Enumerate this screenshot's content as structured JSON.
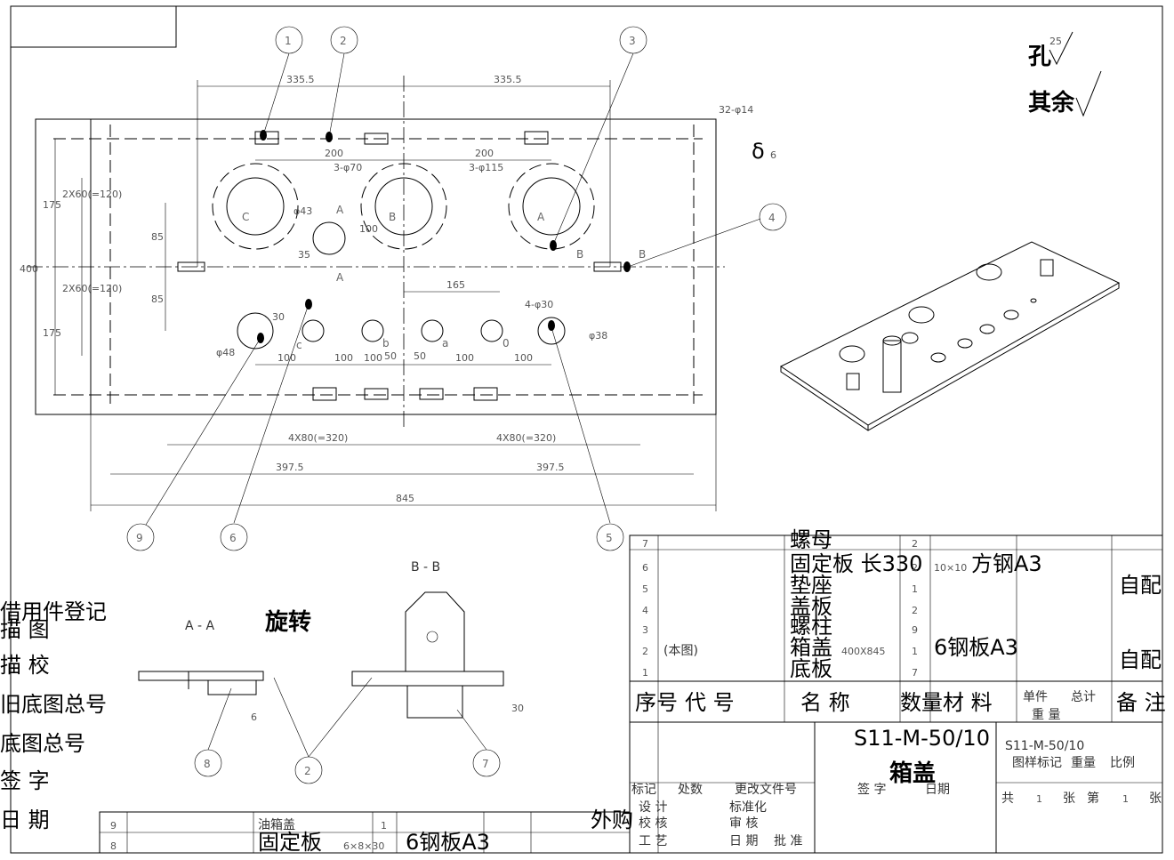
{
  "roughness": {
    "hole_label": "孔",
    "hole_value": "25",
    "rest_label": "其余"
  },
  "balloons": [
    "1",
    "2",
    "3",
    "4",
    "5",
    "6",
    "9",
    "8",
    "2",
    "7"
  ],
  "dims": {
    "d335_left": "335.5",
    "d335_right": "335.5",
    "d32phi14": "32-φ14",
    "delta": "δ",
    "delta_val": "6",
    "d200_a": "200",
    "d200_b": "200",
    "d3phi70": "3-φ70",
    "d3phi115": "3-φ115",
    "phi43": "φ43",
    "d100": "100",
    "d35": "35",
    "d175a": "175",
    "d175b": "175",
    "d2x60a": "2X60(=120)",
    "d2x60b": "2X60(=120)",
    "d85a": "85",
    "d85b": "85",
    "d400": "400",
    "d165": "165",
    "d4phi30": "4-φ30",
    "phi38": "φ38",
    "phi48": "φ48",
    "d30": "30",
    "row_dims": [
      "100",
      "100",
      "100",
      "50",
      "50",
      "100",
      "100"
    ],
    "d4x80a": "4X80(=320)",
    "d4x80b": "4X80(=320)",
    "d397a": "397.5",
    "d397b": "397.5",
    "d845": "845",
    "A": "A",
    "B": "B",
    "C": "C",
    "a": "a",
    "b": "b",
    "c": "c",
    "d": "0"
  },
  "sections": {
    "aa": "A - A",
    "rotate": "旋转",
    "bb": "B - B",
    "d6": "6",
    "d30": "30"
  },
  "title_block": {
    "drawing_no": "S11-M-50/10",
    "title": "箱盖",
    "parts": [
      {
        "no": "7",
        "name": "螺母",
        "qty": "2",
        "mat": "",
        "note": ""
      },
      {
        "no": "6",
        "name": "固定板 长330",
        "qty": "2",
        "spec": "10×10",
        "mat": "方钢A3",
        "note": "自配"
      },
      {
        "no": "5",
        "name": "垫座",
        "qty": "1",
        "mat": "",
        "note": ""
      },
      {
        "no": "4",
        "name": "盖板",
        "qty": "2",
        "mat": "",
        "note": ""
      },
      {
        "no": "3",
        "name": "螺柱",
        "qty": "9",
        "mat": "",
        "note": ""
      },
      {
        "no": "2",
        "code": "(本图)",
        "name": "箱盖",
        "spec": "400X845",
        "qty": "1",
        "mat": "6钢板A3",
        "note": "自配"
      },
      {
        "no": "1",
        "name": "底板",
        "qty": "7",
        "mat": "",
        "note": ""
      }
    ],
    "headers": [
      "序号",
      "代  号",
      "名  称",
      "数量",
      "材  料",
      "单件",
      "总计",
      "备  注",
      "重   量"
    ],
    "rev_headers": [
      "标记",
      "处数",
      "更改文件号",
      "签  字",
      "日期"
    ],
    "sign_rows": [
      "设  计",
      "标准化",
      "校  核",
      "审  核",
      "工  艺",
      "日  期",
      "批  准"
    ],
    "right_labels": [
      "图样标记",
      "重量",
      "比例",
      "共",
      "张",
      "第",
      "张"
    ],
    "outsource": "外购",
    "count_one": "1"
  },
  "bottom_parts": [
    {
      "no": "9",
      "name": "油箱盖",
      "qty": "1"
    },
    {
      "no": "8",
      "name": "固定板",
      "spec": "6×8×30",
      "mat": "6钢板A3"
    }
  ],
  "left_labels": [
    "借用件登记",
    "描  图",
    "描  校",
    "旧底图总号",
    "底图总号",
    "签  字",
    "日  期"
  ]
}
